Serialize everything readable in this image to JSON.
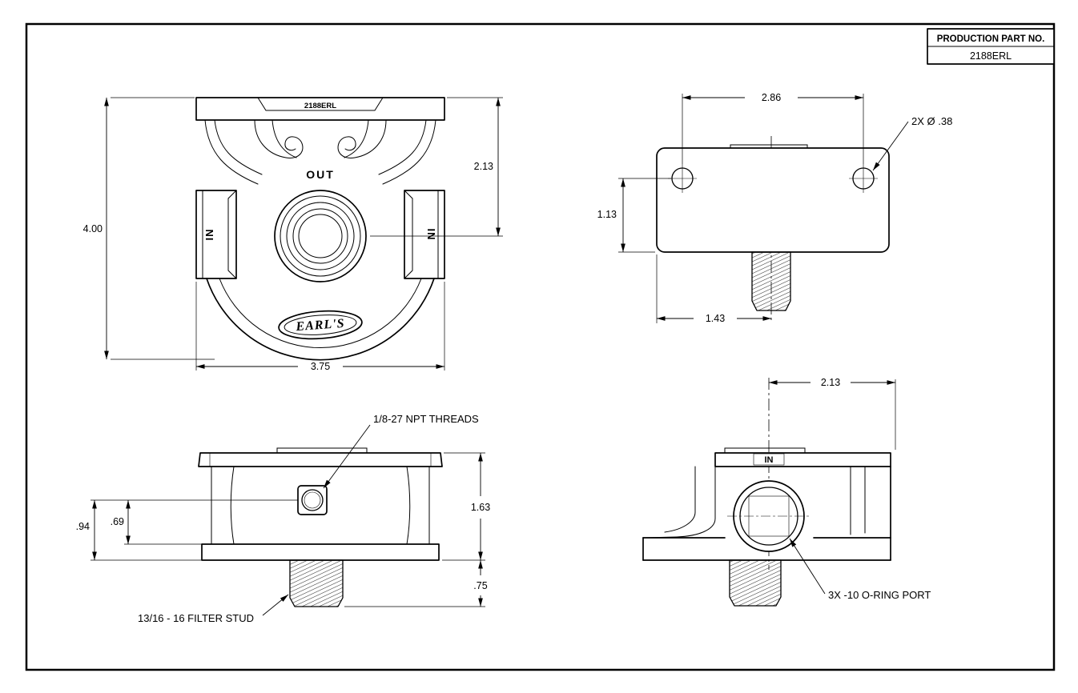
{
  "title_block": {
    "label": "PRODUCTION PART NO.",
    "part_number": "2188ERL"
  },
  "front_view": {
    "part_label": "2188ERL",
    "out_label": "OUT",
    "in_label_left": "IN",
    "in_label_right": "IN",
    "brand": "EARL'S",
    "dim_height": "4.00",
    "dim_upper": "2.13",
    "dim_width": "3.75"
  },
  "top_view": {
    "dim_width": "2.86",
    "callout_holes": "2X Ø .38",
    "dim_hole_offset": "1.13",
    "dim_stud_offset": "1.43"
  },
  "side_view": {
    "callout_npt": "1/8-27 NPT THREADS",
    "callout_stud": "13/16 - 16 FILTER STUD",
    "dim_total": "1.63",
    "dim_stud": ".75",
    "dim_a": ".94",
    "dim_b": ".69"
  },
  "end_view": {
    "in_label": "IN",
    "dim_width": "2.13",
    "callout_oring": "3X -10 O-RING PORT"
  }
}
